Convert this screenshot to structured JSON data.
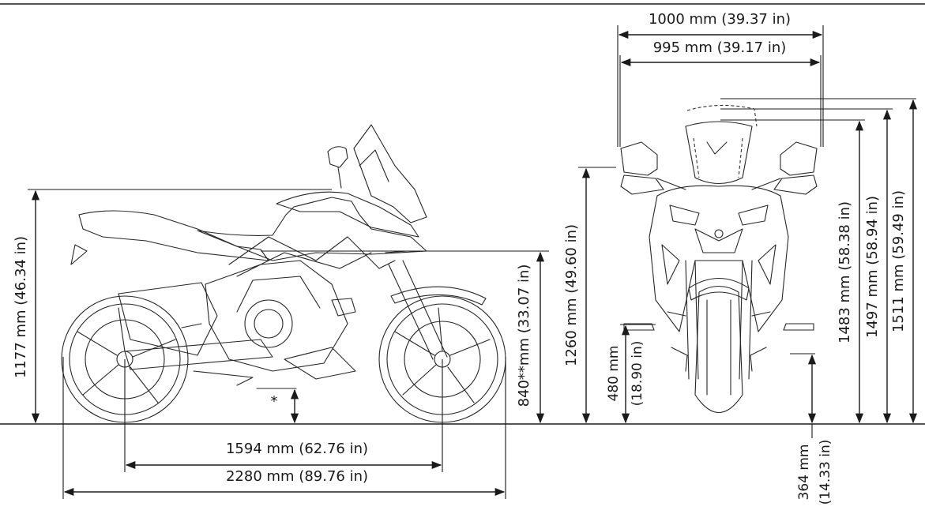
{
  "dimensions": {
    "wheelbase": "1594 mm (62.76 in)",
    "overall_length": "2280 mm (89.76 in)",
    "side_height": "1177 mm (46.34 in)",
    "seat_height": "840**mm (33.07 in)",
    "ground_clearance_marker": "*",
    "mirror_height": "1260 mm (49.60 in)",
    "footpeg_height_line1": "480 mm",
    "footpeg_height_line2": "(18.90 in)",
    "ground_ref_line1": "364 mm",
    "ground_ref_line2": "(14.33 in)",
    "width_outer": "1000 mm (39.37 in)",
    "width_inner": "995 mm (39.17 in)",
    "screen_height_low": "1483 mm (58.38 in)",
    "screen_height_mid": "1497 mm (58.94 in)",
    "screen_height_high": "1511 mm (59.49 in)"
  },
  "colors": {
    "line": "#1a1a1a",
    "background": "#ffffff"
  }
}
